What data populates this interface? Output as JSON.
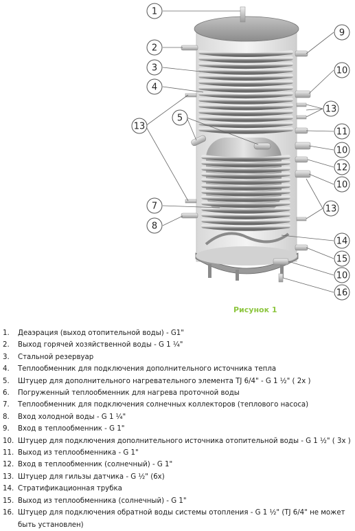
{
  "figure": {
    "callouts_left": [
      "1",
      "2",
      "3",
      "4",
      "5",
      "13",
      "7",
      "8"
    ],
    "callouts_right": [
      "9",
      "10",
      "13",
      "11",
      "10",
      "12",
      "10",
      "13",
      "14",
      "15",
      "10",
      "16"
    ]
  },
  "caption": "Рисунок 1",
  "legend": [
    {
      "num": "1.",
      "text": "Деаэрация (выход отопительной воды) - G1\""
    },
    {
      "num": "2.",
      "text": "Выход горячей хозяйственной воды - G 1 ¼\""
    },
    {
      "num": "3.",
      "text": "Стальной резервуар"
    },
    {
      "num": "4.",
      "text": "Теплообменник для подключения дополнительного источника тепла"
    },
    {
      "num": "5.",
      "text": "Штуцер для дополнительного нагревательного элемента TJ 6/4\" - G 1 ½\" ( 2x )"
    },
    {
      "num": "6.",
      "text": "Погруженный теплообменник для нагрева проточной воды"
    },
    {
      "num": "7.",
      "text": "Теплообменник для подключения солнечных коллекторов (теплового насоса)"
    },
    {
      "num": "8.",
      "text": "Вход холодной воды - G 1 ¼\""
    },
    {
      "num": "9.",
      "text": "Вход в теплообменник - G 1\""
    },
    {
      "num": "10.",
      "text": "Штуцер для подключения дополнительного источника отопительной воды - G 1 ½\" ( 3x )"
    },
    {
      "num": "11.",
      "text": "Выход из теплообменника - G 1\""
    },
    {
      "num": "12.",
      "text": "Вход в теплообменник (солнечный) - G 1\""
    },
    {
      "num": "13.",
      "text": "Штуцер для гильзы датчика - G ½\" (6x)"
    },
    {
      "num": "14.",
      "text": "Стратификационная трубка"
    },
    {
      "num": "15.",
      "text": "Выход из теплообменника (солнечный) - G 1\""
    },
    {
      "num": "16.",
      "text": "Штуцер для подключения обратной воды системы отопления - G 1 ½\" (TJ 6/4\" не может быть установлен)"
    }
  ]
}
